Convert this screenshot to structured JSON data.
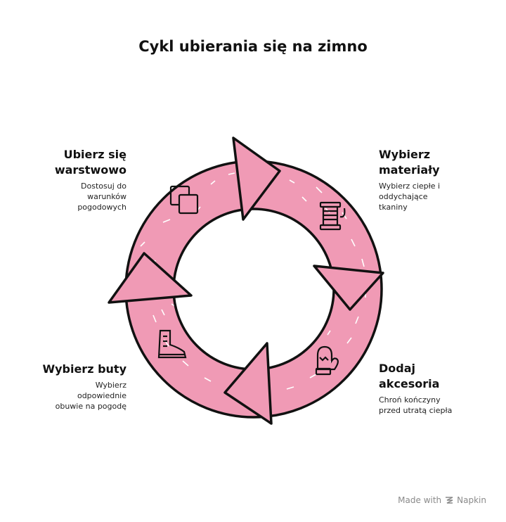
{
  "title": "Cykl ubierania się na zimno",
  "steps": [
    {
      "label": "Wybierz materiały",
      "line1": "Wybierz",
      "line2": "materiały",
      "desc1": "Wybierz ciepłe i",
      "desc2": "oddychające",
      "desc3": "tkaniny",
      "icon": "thread-spool-icon"
    },
    {
      "label": "Dodaj akcesoria",
      "line1": "Dodaj",
      "line2": "akcesoria",
      "desc1": "Chroń kończyny",
      "desc2": "przed utratą ciepła",
      "icon": "mitten-icon"
    },
    {
      "label": "Wybierz buty",
      "line1": "Wybierz buty",
      "desc1": "Wybierz",
      "desc2": "odpowiednie",
      "desc3": "obuwie na pogodę",
      "icon": "boot-icon"
    },
    {
      "label": "Ubierz się warstwowo",
      "line1": "Ubierz się",
      "line2": "warstwowo",
      "desc1": "Dostosuj do",
      "desc2": "warunków",
      "desc3": "pogodowych",
      "icon": "layers-icon"
    }
  ],
  "colors": {
    "ring": "#f09ab5",
    "outline": "#111111",
    "background": "#ffffff"
  },
  "footer": {
    "made_with": "Made with",
    "brand": "Napkin"
  }
}
